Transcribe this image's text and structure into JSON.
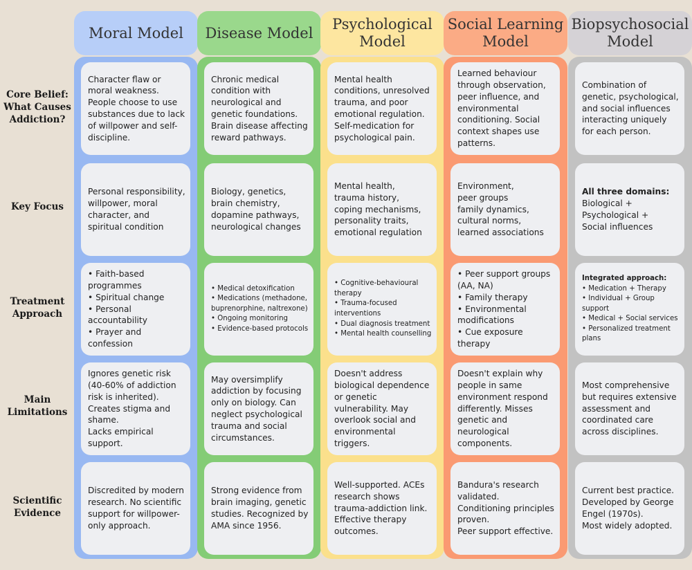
{
  "colors": {
    "background": "#e8e0d4",
    "columns": [
      "#98b8f2",
      "#84cc76",
      "#fbe08c",
      "#fa9a72",
      "#c2c2c2"
    ],
    "headers": [
      "#b7cef8",
      "#9ad88c",
      "#fde6a0",
      "#fbab85",
      "#d5d2d6"
    ],
    "cell": "#eeeff2"
  },
  "columns": [
    {
      "title": "Moral Model"
    },
    {
      "title": "Disease Model"
    },
    {
      "title": "Psychological Model"
    },
    {
      "title": "Social Learning Model"
    },
    {
      "title": "Biopsychosocial Model"
    }
  ],
  "rows": [
    {
      "label": "Core Belief: What Causes Addiction?"
    },
    {
      "label": "Key Focus"
    },
    {
      "label": "Treatment Approach"
    },
    {
      "label": "Main Limitations"
    },
    {
      "label": "Scientific Evidence"
    }
  ],
  "cells": [
    [
      {
        "lines": [
          "Character flaw or moral weakness. People choose to use substances due to lack of willpower and self-discipline."
        ]
      },
      {
        "lines": [
          "Personal responsibility, willpower, moral character, and spiritual condition"
        ]
      },
      {
        "lines": [
          "• Faith-based programmes",
          "• Spiritual change",
          "• Personal accountability",
          "• Prayer and confession"
        ]
      },
      {
        "lines": [
          "Ignores genetic risk (40-60% of addiction risk is inherited).",
          "Creates stigma and shame.",
          "Lacks empirical support."
        ]
      },
      {
        "lines": [
          "Discredited by modern research. No scientific support for willpower-only approach."
        ]
      }
    ],
    [
      {
        "lines": [
          "Chronic medical condition with neurological and genetic foundations. Brain disease affecting reward pathways."
        ]
      },
      {
        "lines": [
          "Biology, genetics, brain chemistry, dopamine pathways, neurological changes"
        ]
      },
      {
        "lines": [
          "• Medical detoxification",
          "• Medications (methadone, buprenorphine, naltrexone)",
          "• Ongoing monitoring",
          "• Evidence-based protocols"
        ]
      },
      {
        "lines": [
          "May oversimplify addiction by focusing only on biology. Can neglect psychological trauma and social circumstances."
        ]
      },
      {
        "lines": [
          "Strong evidence from brain imaging, genetic studies. Recognized by AMA since 1956."
        ]
      }
    ],
    [
      {
        "lines": [
          "Mental health conditions, unresolved trauma, and poor emotional regulation. Self-medication for psychological pain."
        ]
      },
      {
        "lines": [
          "Mental health,",
          "trauma history,",
          "coping mechanisms,",
          "personality traits,",
          "emotional regulation"
        ]
      },
      {
        "lines": [
          "• Cognitive-behavioural therapy",
          "• Trauma-focused interventions",
          "• Dual diagnosis treatment",
          "• Mental health counselling"
        ]
      },
      {
        "lines": [
          "Doesn't address biological dependence or genetic vulnerability. May overlook social and environmental triggers."
        ]
      },
      {
        "lines": [
          "Well-supported. ACEs research shows trauma-addiction link. Effective therapy outcomes."
        ]
      }
    ],
    [
      {
        "lines": [
          "Learned behaviour through observation, peer influence, and environmental conditioning. Social context shapes use patterns."
        ]
      },
      {
        "lines": [
          "Environment,",
          "peer groups",
          "family dynamics,",
          "cultural norms,",
          "learned associations"
        ]
      },
      {
        "lines": [
          "• Peer support groups (AA, NA)",
          "• Family therapy",
          "• Environmental modifications",
          "• Cue exposure therapy"
        ]
      },
      {
        "lines": [
          "Doesn't explain why people in same environment respond differently. Misses genetic and neurological components."
        ]
      },
      {
        "lines": [
          "Bandura's research validated.",
          "Conditioning principles proven.",
          "Peer support effective."
        ]
      }
    ],
    [
      {
        "lines": [
          "Combination of genetic, psychological, and social influences interacting uniquely for each person."
        ]
      },
      {
        "heading": "All three domains:",
        "lines": [
          "Biological +",
          "Psychological +",
          "Social influences"
        ]
      },
      {
        "heading": "Integrated approach:",
        "lines": [
          "• Medication + Therapy",
          "• Individual + Group support",
          "• Medical + Social services",
          "• Personalized treatment plans"
        ]
      },
      {
        "lines": [
          "Most comprehensive but requires extensive assessment and coordinated care across disciplines."
        ]
      },
      {
        "lines": [
          "Current best practice.",
          "Developed by George Engel (1970s).",
          "Most widely adopted."
        ]
      }
    ]
  ]
}
